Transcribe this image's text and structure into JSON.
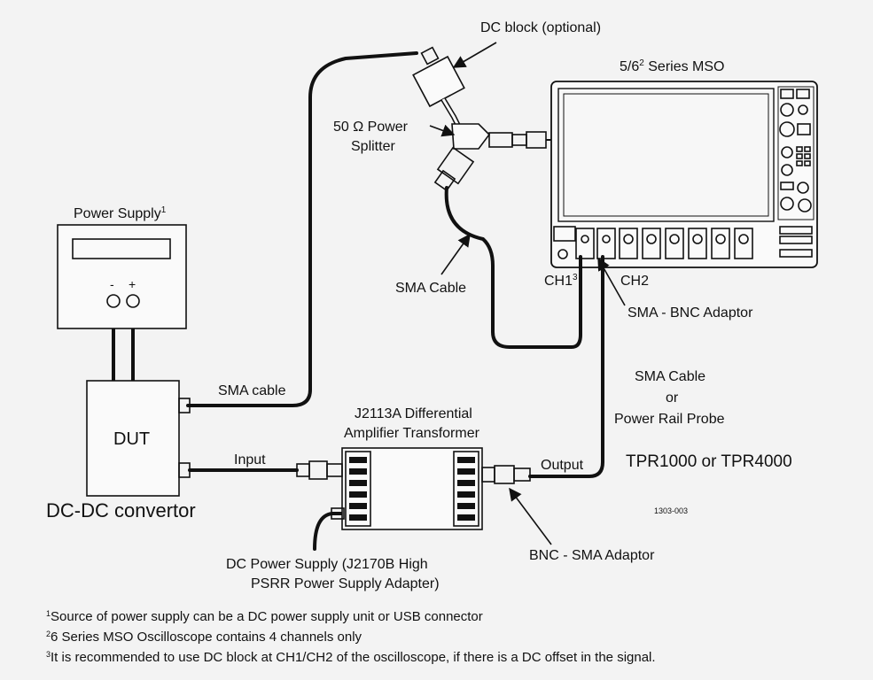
{
  "labels": {
    "dc_block": "DC block (optional)",
    "mso": "5/6",
    "mso_sup": "2",
    "mso_suffix": " Series MSO",
    "splitter_1": "50 Ω Power",
    "splitter_2": "Splitter",
    "power_supply": "Power Supply",
    "power_supply_sup": "1",
    "minus": "-",
    "plus": "+",
    "sma_cable_upper": "SMA Cable",
    "ch1": "CH1",
    "ch1_sup": "3",
    "ch2": "CH2",
    "sma_bnc_adaptor": "SMA - BNC Adaptor",
    "sma_cable_lower": "SMA cable",
    "dut": "DUT",
    "dc_dc": "DC-DC convertor",
    "j2113a_1": "J2113A Differential",
    "j2113a_2": "Amplifier Transformer",
    "input": "Input",
    "output": "Output",
    "right_1": "SMA Cable",
    "right_2": "or",
    "right_3": "Power Rail Probe",
    "tpr": "TPR1000 or TPR4000",
    "fig_id": "1303-003",
    "bnc_sma_adaptor": "BNC - SMA Adaptor",
    "dc_supply_1": "DC Power Supply (J2170B High",
    "dc_supply_2": "PSRR Power Supply Adapter)"
  },
  "footnotes": [
    {
      "sup": "1",
      "text": "Source of power supply can be a DC power supply unit or USB connector"
    },
    {
      "sup": "2",
      "text": "6 Series MSO Oscilloscope contains 4 channels only"
    },
    {
      "sup": "3",
      "text": "It is recommended to use DC block at CH1/CH2 of the oscilloscope, if there is a DC offset in the signal."
    }
  ]
}
